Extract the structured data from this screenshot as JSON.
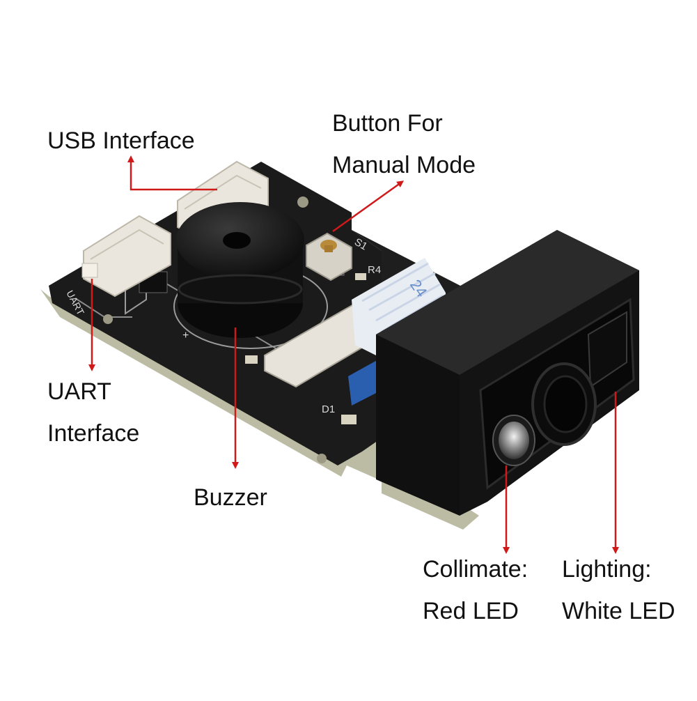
{
  "colors": {
    "arrow": "#d01a1a",
    "pcb": "#1a1a1a",
    "pcb_edge": "#b8b79f",
    "connector": "#e9e5dc",
    "housing": "#121212",
    "label_text": "#111111"
  },
  "labels": {
    "usb_interface": "USB Interface",
    "button_line1": "Button For",
    "button_line2": "Manual Mode",
    "uart_line1": "UART",
    "uart_line2": "Interface",
    "buzzer": "Buzzer",
    "collimate_line1": "Collimate:",
    "collimate_line2": "Red LED",
    "lighting_line1": "Lighting:",
    "lighting_line2": "White LED"
  },
  "board_markings": {
    "uart_silk": "UART",
    "s1": "S1",
    "r4": "R4",
    "d1": "D1",
    "plus": "+",
    "flex_cable": "24"
  },
  "icons": [
    "arrow-up-icon",
    "arrow-down-icon",
    "arrow-up-right-icon"
  ]
}
